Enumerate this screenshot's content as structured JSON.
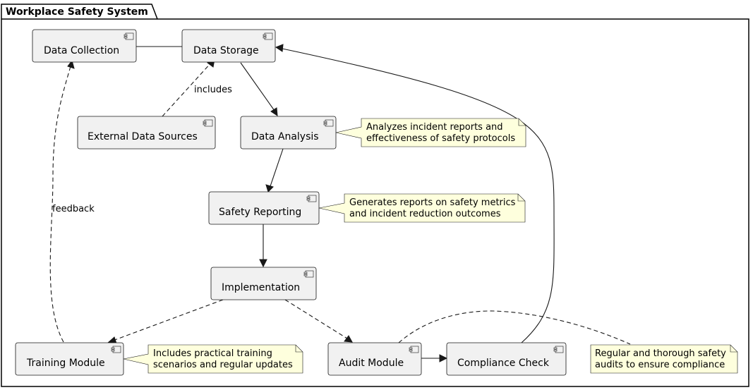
{
  "package": {
    "title": "Workplace Safety System"
  },
  "components": {
    "data_collection": "Data Collection",
    "data_storage": "Data Storage",
    "external_data_sources": "External Data Sources",
    "data_analysis": "Data Analysis",
    "safety_reporting": "Safety Reporting",
    "implementation": "Implementation",
    "training_module": "Training Module",
    "audit_module": "Audit Module",
    "compliance_check": "Compliance Check"
  },
  "notes": {
    "data_analysis": [
      "Analyzes incident reports and",
      "effectiveness of safety protocols"
    ],
    "safety_reporting": [
      "Generates reports on safety metrics",
      "and incident reduction outcomes"
    ],
    "training_module": [
      "Includes practical training",
      "scenarios and regular updates"
    ],
    "audit_module": [
      "Regular and thorough safety",
      "audits to ensure compliance"
    ]
  },
  "edge_labels": {
    "includes": "includes",
    "feedback": "feedback"
  }
}
